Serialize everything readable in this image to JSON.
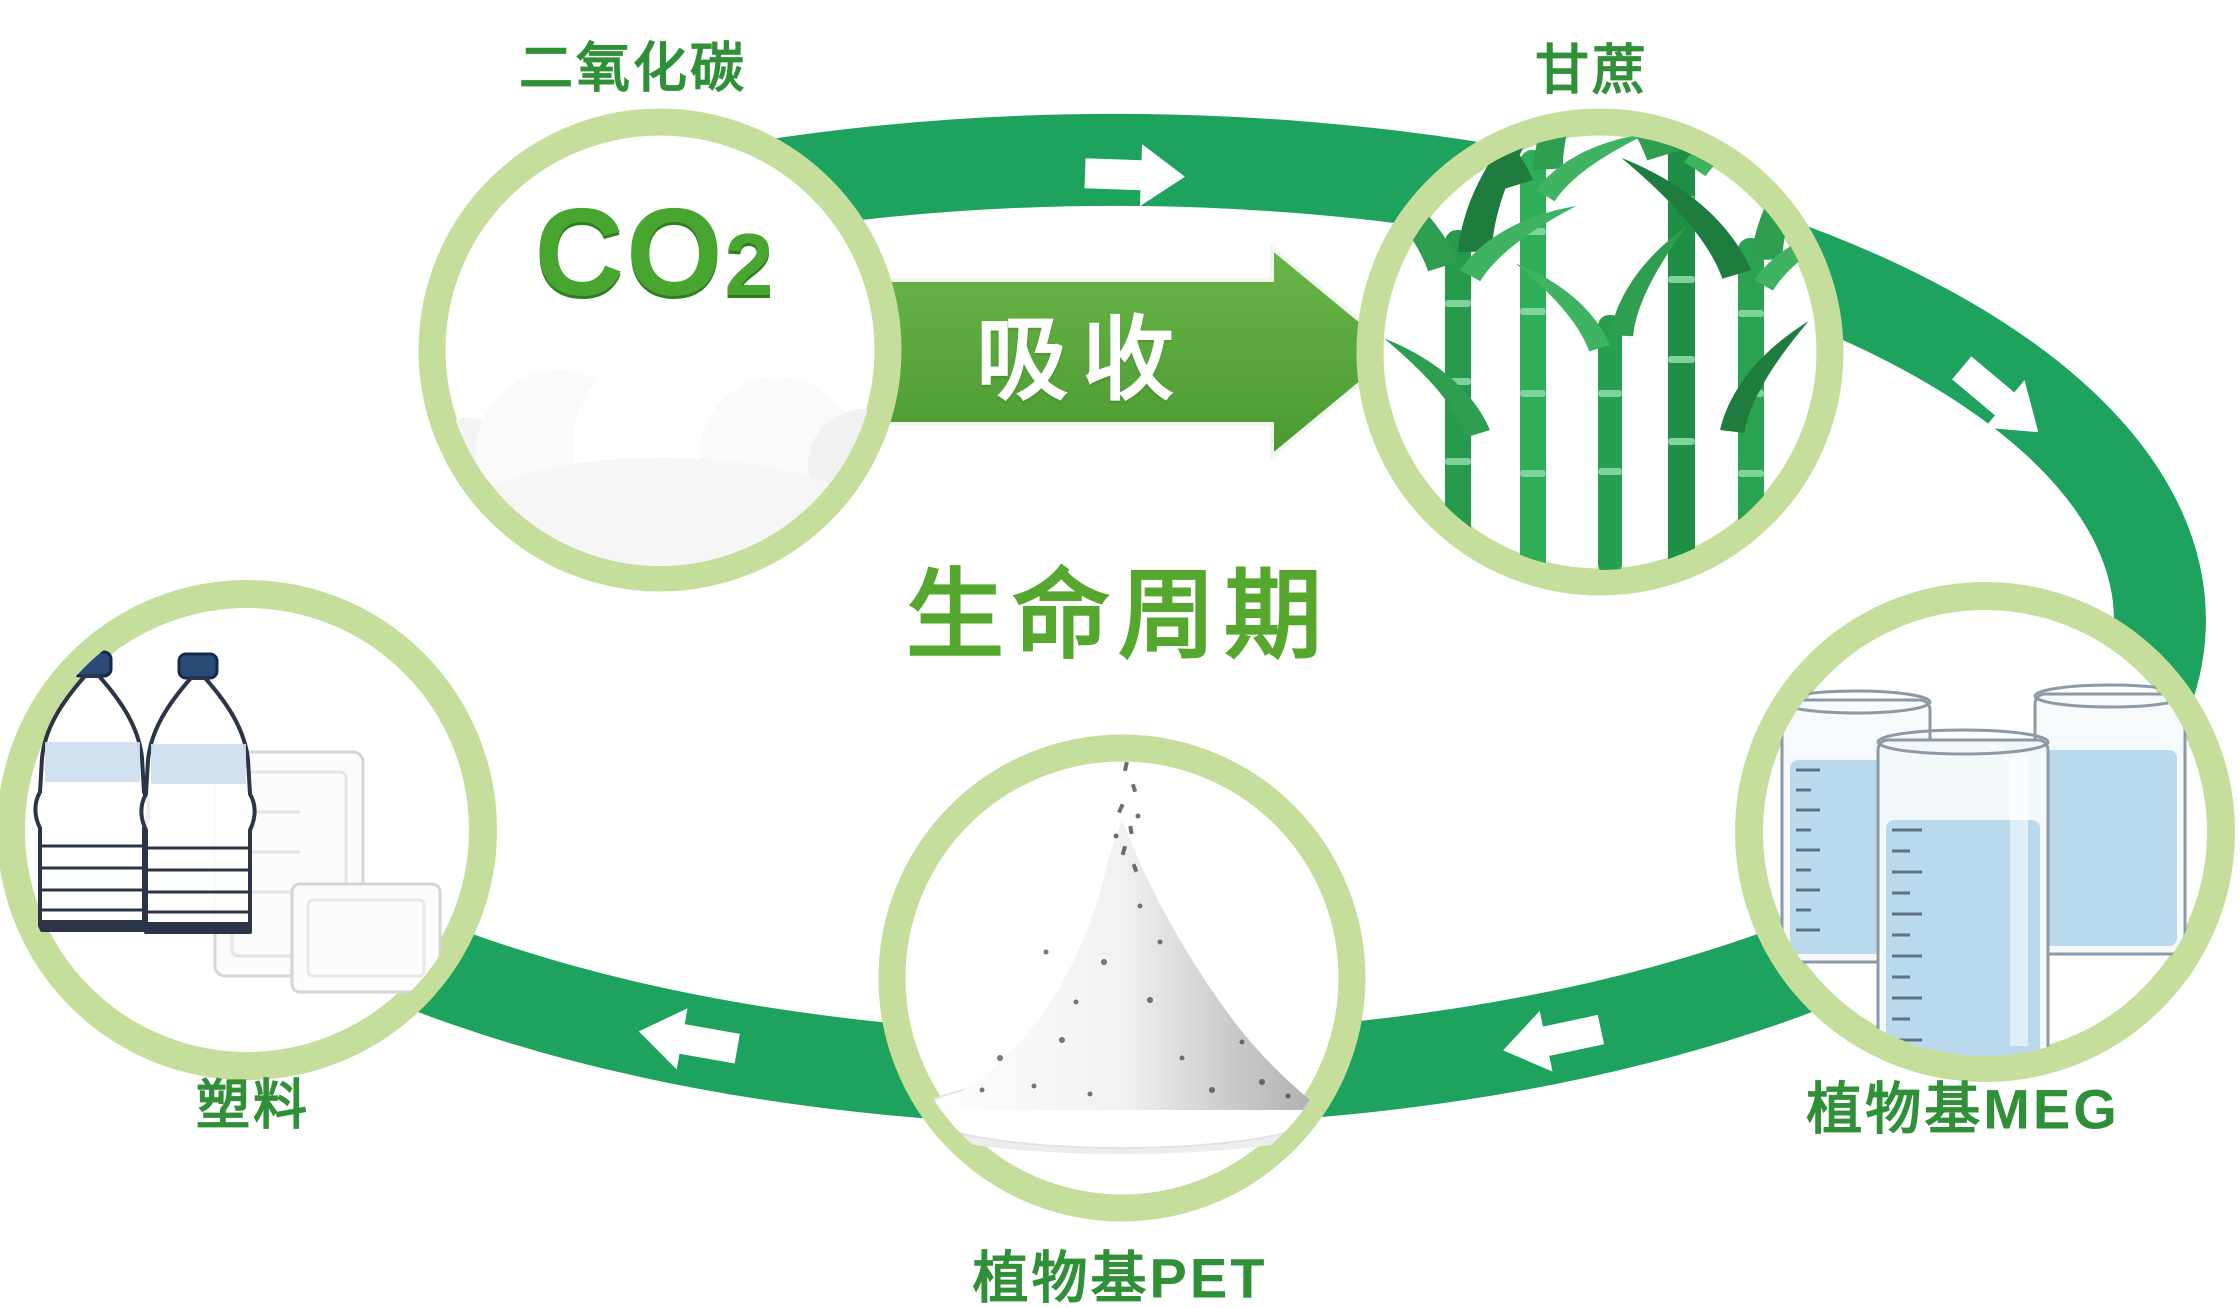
{
  "diagram": {
    "title": "生命周期",
    "absorb_label": "吸收",
    "co2_symbol": {
      "main": "CO",
      "sub": "2"
    },
    "nodes": [
      {
        "id": "co2",
        "label": "二氧化碳",
        "icon": "co2-cloud"
      },
      {
        "id": "sugarcane",
        "label": "甘蔗",
        "icon": "sugarcane-stalks"
      },
      {
        "id": "meg",
        "label": "植物基MEG",
        "icon": "measuring-beakers"
      },
      {
        "id": "pet",
        "label": "植物基PET",
        "icon": "powder-pile"
      },
      {
        "id": "plastic",
        "label": "塑料",
        "icon": "plastic-bottles"
      }
    ],
    "colors": {
      "cycle_band": "#1ea35e",
      "absorb_arrow": "#58a93a",
      "circle_ring": "#c6de9b",
      "label_green": "#2f9038",
      "title_green": "#55a72e",
      "liquid_blue": "#bad9ec",
      "bottle_cap_blue": "#2a4a78"
    }
  }
}
